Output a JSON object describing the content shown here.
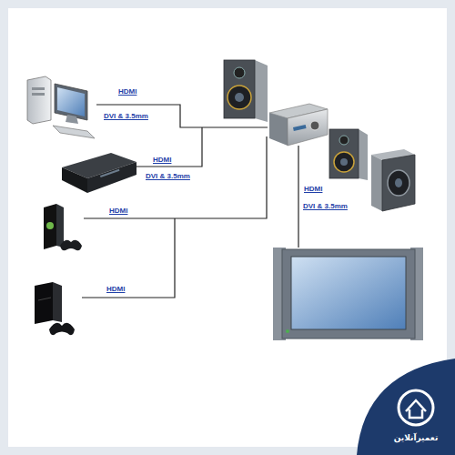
{
  "diagram": {
    "labels": [
      "HDMI",
      "DVI & 3.5mm",
      "HDMI",
      "DVI & 3.5mm",
      "HDMI",
      "HDMI",
      "HDMI",
      "DVI & 3.5mm",
      "تعمیرآنلاین"
    ]
  }
}
